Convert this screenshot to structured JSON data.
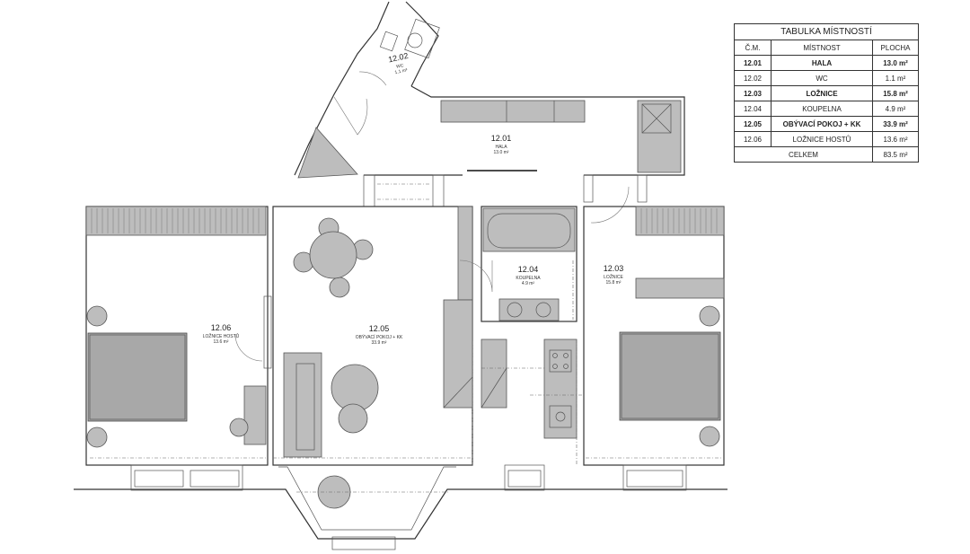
{
  "rooms": [
    {
      "num": "12.01",
      "name": "HALA",
      "area": "13.0 m²"
    },
    {
      "num": "12.02",
      "name": "WC",
      "area": "1.1 m²"
    },
    {
      "num": "12.03",
      "name": "LOŽNICE",
      "area": "15.8 m²"
    },
    {
      "num": "12.04",
      "name": "KOUPELNA",
      "area": "4.9 m²"
    },
    {
      "num": "12.05",
      "name": "OBÝVACÍ POKOJ + KK",
      "area": "33.9 m²"
    },
    {
      "num": "12.06",
      "name": "LOŽNICE HOSTŮ",
      "area": "13.6 m²"
    }
  ],
  "table": {
    "title": "TABULKA MÍSTNOSTÍ",
    "headers": [
      "Č.M.",
      "MÍSTNOST",
      "PLOCHA"
    ],
    "rows": [
      {
        "num": "12.01",
        "name": "HALA",
        "area": "13.0 m²",
        "bold": true
      },
      {
        "num": "12.02",
        "name": "WC",
        "area": "1.1 m²",
        "bold": false
      },
      {
        "num": "12.03",
        "name": "LOŽNICE",
        "area": "15.8 m²",
        "bold": true
      },
      {
        "num": "12.04",
        "name": "KOUPELNA",
        "area": "4.9 m²",
        "bold": false
      },
      {
        "num": "12.05",
        "name": "OBÝVACÍ POKOJ + KK",
        "area": "33.9 m²",
        "bold": true
      },
      {
        "num": "12.06",
        "name": "LOŽNICE HOSTŮ",
        "area": "13.6 m²",
        "bold": false
      }
    ],
    "total_label": "CELKEM",
    "total_area": "83.5 m²"
  },
  "colors": {
    "furniture": "#bdbdbd",
    "wall": "#333333",
    "line": "#555555"
  }
}
